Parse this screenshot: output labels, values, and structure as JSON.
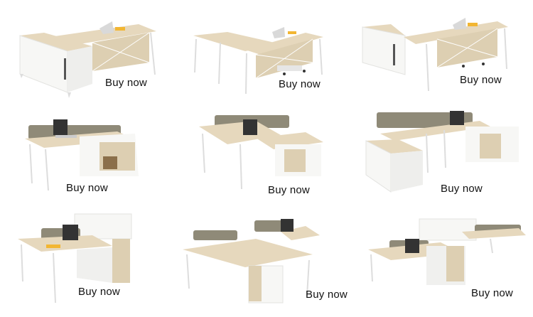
{
  "grid": {
    "rows": 3,
    "columns": 3
  },
  "colors": {
    "background": "#ffffff",
    "wood": "#e6d8bd",
    "wood_dark": "#d8c6a3",
    "white_panel": "#f7f7f5",
    "screen": "#8f8a78",
    "text": "#111111"
  },
  "products": [
    {
      "id": 1,
      "description": "L-shaped executive desk with side cabinet and laptop",
      "cta": "Buy now"
    },
    {
      "id": 2,
      "description": "L-shaped executive desk on white legs with mobile pedestal",
      "cta": "Buy now"
    },
    {
      "id": 3,
      "description": "Executive desk with side storage cabinet",
      "cta": "Buy now"
    },
    {
      "id": 4,
      "description": "Single workstation with screen divider and bookshelf return",
      "cta": "Buy now"
    },
    {
      "id": 5,
      "description": "Two-person workstation with bookshelf",
      "cta": "Buy now"
    },
    {
      "id": 6,
      "description": "Four-person cluster workstation with cabinets",
      "cta": "Buy now"
    },
    {
      "id": 7,
      "description": "Workstation with tall storage cabinet and drawers",
      "cta": "Buy now"
    },
    {
      "id": 8,
      "description": "Three-person L-shaped workstation with pedestals",
      "cta": "Buy now"
    },
    {
      "id": 9,
      "description": "Two-person face-to-face workstation with shared storage",
      "cta": "Buy now"
    }
  ]
}
